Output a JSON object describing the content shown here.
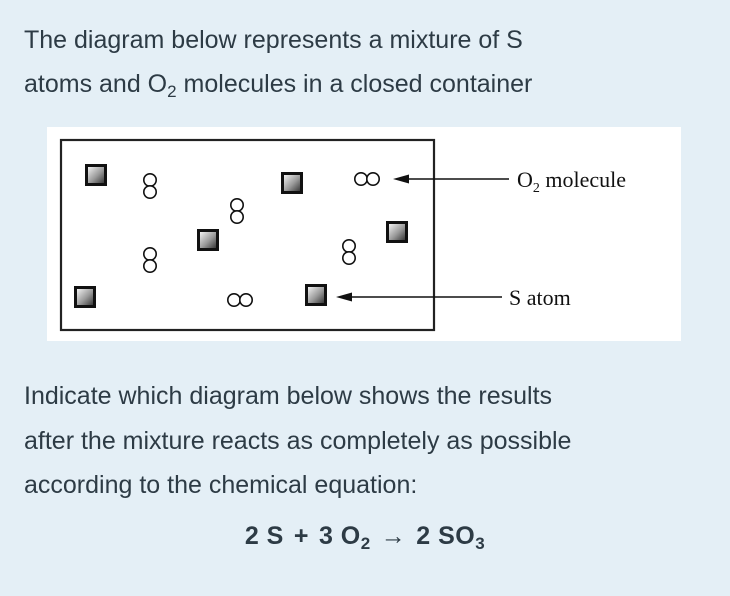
{
  "intro": {
    "line1": "The diagram below represents a mixture of S",
    "line2_pre": "atoms and O",
    "line2_sub": "2",
    "line2_post": " molecules in a closed container"
  },
  "figure": {
    "o2_label_main": "O",
    "o2_label_sub": "2",
    "o2_label_post": " molecule",
    "s_label": "S atom",
    "s_atom_count": 6,
    "o2_molecule_count": 6
  },
  "question": {
    "line1": "Indicate which diagram below shows the results",
    "line2": "after the mixture reacts as completely as possible",
    "line3": "according to the chemical equation:"
  },
  "equation": {
    "lhs_s": "2 S",
    "plus": "+",
    "o2_coef_main": "3 O",
    "o2_sub": "2",
    "arrow": "→",
    "product_main": "2 SO",
    "product_sub": "3"
  }
}
